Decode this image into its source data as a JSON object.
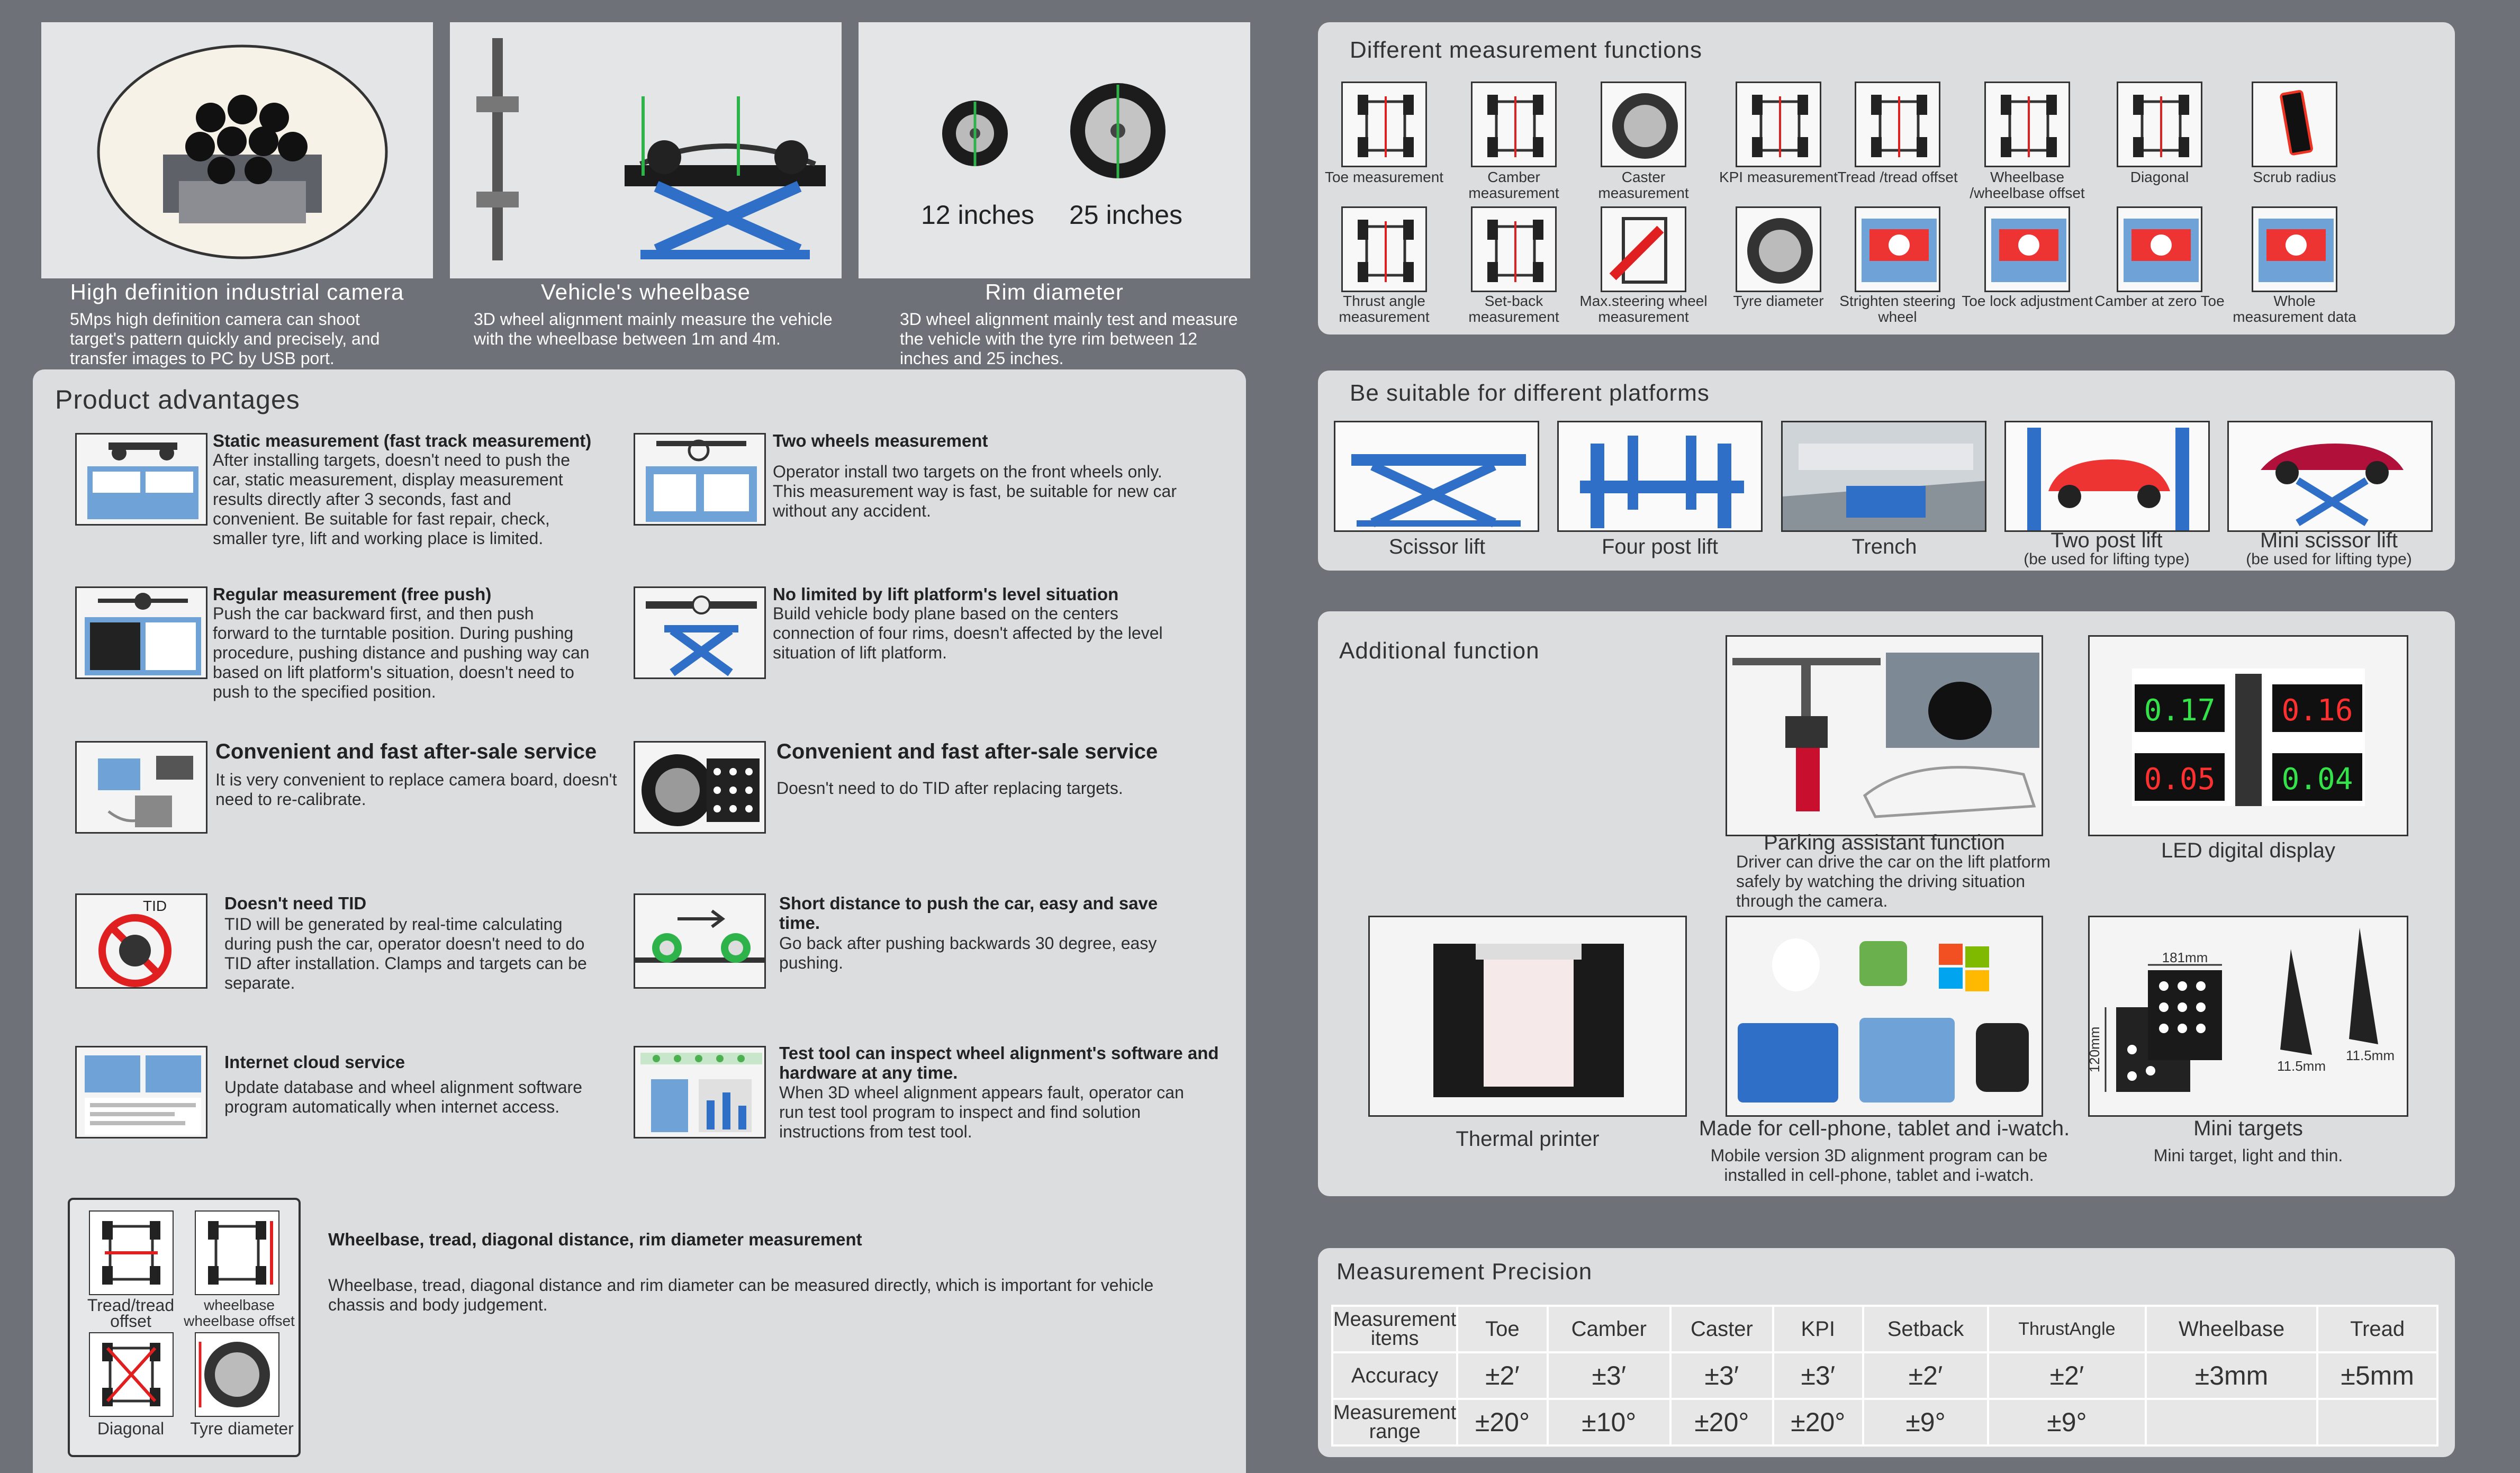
{
  "top": {
    "camera": {
      "caption": "High definition industrial camera",
      "desc": "5Mps high definition camera can shoot target's pattern quickly and precisely, and transfer images to PC by USB port."
    },
    "wheelbase": {
      "caption": "Vehicle's wheelbase",
      "desc": "3D wheel alignment mainly measure the vehicle with the wheelbase between 1m and 4m."
    },
    "rim": {
      "caption": "Rim diameter",
      "desc": "3D wheel alignment mainly test and measure the vehicle with the tyre rim between 12 inches and 25 inches.",
      "small": "12 inches",
      "large": "25 inches"
    }
  },
  "advantages": {
    "title": "Product advantages",
    "items": [
      {
        "head": "Static measurement (fast track measurement)",
        "text": "After installing targets, doesn't need to push the car, static measurement, display measurement results directly after 3 seconds, fast and convenient. Be suitable for fast repair, check, smaller tyre, lift and working place is limited."
      },
      {
        "head": "Two wheels measurement",
        "text": "Operator install two targets on the front wheels only. This measurement way is fast, be suitable for new car without any accident."
      },
      {
        "head": "Regular measurement (free push)",
        "text": "Push the car backward first, and then push forward to the turntable position. During pushing procedure, pushing distance and pushing way can based on lift platform's situation, doesn't need to push to the specified position."
      },
      {
        "head": "No limited by lift platform's level situation",
        "text": "Build vehicle body plane based on the centers connection of four rims, doesn't affected by the level situation of lift platform."
      },
      {
        "head": "Convenient and fast after-sale service",
        "text": "It is very convenient to replace camera board, doesn't need to re-calibrate."
      },
      {
        "head": "Convenient and fast after-sale service",
        "text": "Doesn't need to do TID after replacing targets."
      },
      {
        "head": "Doesn't need TID",
        "text": "TID will be generated by real-time calculating during push the car, operator doesn't need to do TID after installation. Clamps and targets can be separate.",
        "icon_text": "TID"
      },
      {
        "head": "Short distance to push the car, easy and save time.",
        "text": "Go back after pushing backwards 30 degree, easy pushing."
      },
      {
        "head": "Internet cloud service",
        "text": "Update database and wheel alignment software program automatically when internet access."
      },
      {
        "head": "Test tool can inspect wheel alignment's software and hardware at any time.",
        "text": "When 3D wheel alignment appears fault, operator can run test tool program to inspect and find solution instructions from test tool."
      }
    ],
    "bottom": {
      "head": "Wheelbase, tread, diagonal distance, rim diameter measurement",
      "text": "Wheelbase, tread, diagonal distance and rim diameter can be measured directly, which is important for vehicle chassis and body judgement.",
      "icons": [
        "Tread/tread offset",
        "wheelbase wheelbase offset",
        "Diagonal",
        "Tyre diameter"
      ]
    }
  },
  "functions": {
    "title": "Different measurement functions",
    "row1": [
      "Toe measurement",
      "Camber measurement",
      "Caster measurement",
      "KPI measurement",
      "Tread /tread offset",
      "Wheelbase /wheelbase offset",
      "Diagonal",
      "Scrub radius"
    ],
    "row2": [
      "Thrust angle measurement",
      "Set-back measurement",
      "Max.steering wheel measurement",
      "Tyre diameter",
      "Strighten steering wheel",
      "Toe lock adjustment",
      "Camber at zero Toe",
      "Whole measurement data"
    ]
  },
  "platforms": {
    "title": "Be suitable for different platforms",
    "items": [
      {
        "label": "Scissor lift",
        "sub": ""
      },
      {
        "label": "Four post lift",
        "sub": ""
      },
      {
        "label": "Trench",
        "sub": ""
      },
      {
        "label": "Two post lift",
        "sub": "(be used for lifting type)"
      },
      {
        "label": "Mini scissor lift",
        "sub": "(be used for lifting type)"
      }
    ]
  },
  "additional": {
    "title": "Additional function",
    "parking": {
      "label": "Parking assistant function",
      "text": "Driver can drive the car on the lift platform safely by watching the driving situation through the camera."
    },
    "led": {
      "label": "LED digital display",
      "values": [
        "0.17",
        "0.16",
        "0.05",
        "0.04"
      ]
    },
    "printer": {
      "label": "Thermal printer"
    },
    "mobile": {
      "label": "Made for cell-phone, tablet and i-watch.",
      "text": "Mobile version 3D alignment program can be installed in cell-phone, tablet and i-watch."
    },
    "targets": {
      "label": "Mini targets",
      "text": "Mini target, light and thin.",
      "dim1": "181mm",
      "dim2": "120mm",
      "dim3": "11.5mm",
      "dim4": "11.5mm"
    }
  },
  "precision": {
    "title": "Measurement Precision",
    "header": [
      "Measurement items",
      "Toe",
      "Camber",
      "Caster",
      "KPI",
      "Setback",
      "ThrustAngle",
      "Wheelbase",
      "Tread"
    ],
    "accuracy": [
      "Accuracy",
      "±2′",
      "±3′",
      "±3′",
      "±3′",
      "±2′",
      "±2′",
      "±3mm",
      "±5mm"
    ],
    "range": [
      "Measurement range",
      "±20°",
      "±10°",
      "±20°",
      "±20°",
      "±9°",
      "±9°",
      "",
      ""
    ]
  },
  "colors": {
    "background": "#6f7179",
    "panel": "#dcdddf",
    "accent_blue": "#2f6fc7",
    "led_green": "#34e24a",
    "led_red": "#ff3030"
  }
}
